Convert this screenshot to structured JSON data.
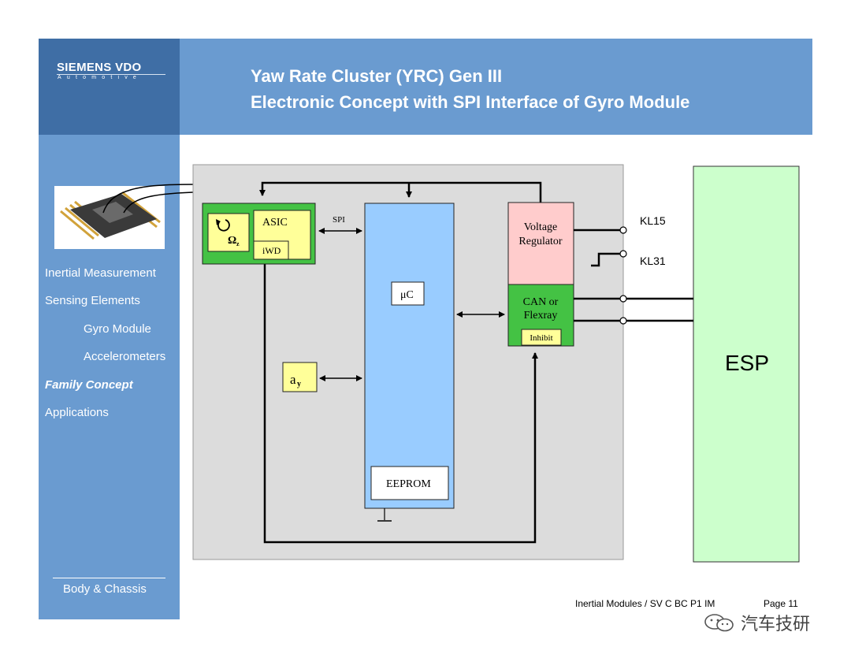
{
  "header": {
    "brand": "SIEMENS VDO",
    "brand_sub": "Automotive",
    "title_line1": "Yaw Rate Cluster (YRC) Gen III",
    "title_line2": "Electronic Concept with SPI Interface of Gyro Module"
  },
  "sidebar": {
    "items": [
      {
        "label": "Inertial Measurement",
        "active": false
      },
      {
        "label": "Sensing Elements",
        "active": false
      },
      {
        "label": "Gyro Module",
        "active": false
      },
      {
        "label": "Accelerometers",
        "active": false
      },
      {
        "label": "Family Concept",
        "active": true
      },
      {
        "label": "Applications",
        "active": false
      }
    ],
    "footer_label": "Body & Chassis"
  },
  "diagram": {
    "asic": "ASIC",
    "omega_symbol": "Ω",
    "omega_sub": "z",
    "iwd": "iWD",
    "spi": "SPI",
    "uc": "μC",
    "eeprom": "EEPROM",
    "ay_symbol": "a",
    "ay_sub": "y",
    "voltage_regulator_line1": "Voltage",
    "voltage_regulator_line2": "Regulator",
    "can_line1": "CAN or",
    "can_line2": "Flexray",
    "inhibit": "Inhibit",
    "kl15": "KL15",
    "kl31": "KL31",
    "esp": "ESP"
  },
  "footer": {
    "doc_ref": "Inertial Modules / SV C BC P1 IM",
    "page": "Page 11",
    "watermark": "汽车技研"
  },
  "colors": {
    "header_dark": "#3f6ea5",
    "header_light": "#6a9bd0",
    "board_bg": "#dcdcdc",
    "asic_green": "#44c244",
    "yellow": "#ffff99",
    "uc_blue": "#99ccff",
    "voltage_pink": "#ffcccc",
    "esp_green": "#ccffcc"
  }
}
